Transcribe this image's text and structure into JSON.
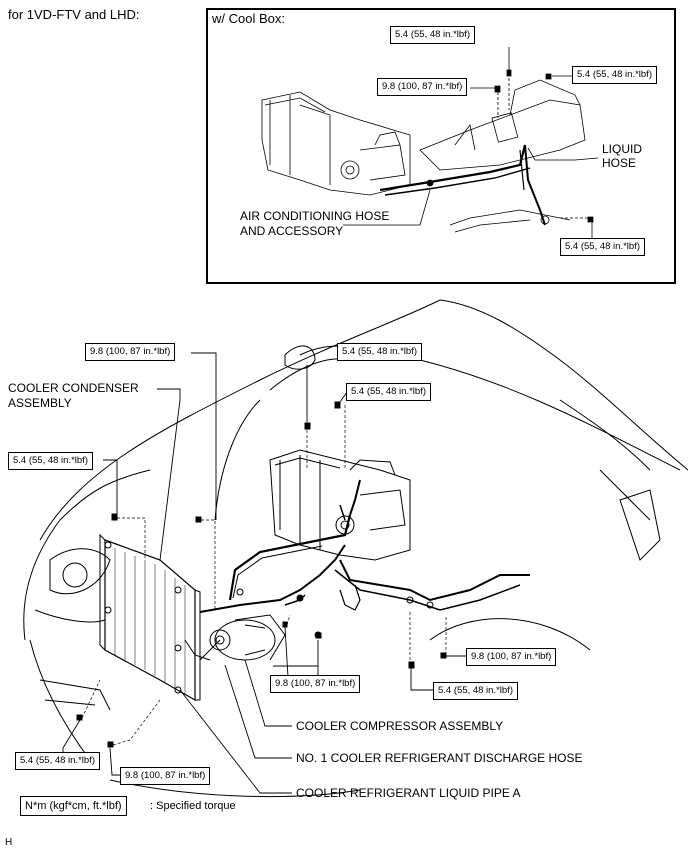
{
  "header": {
    "engine_label": "for 1VD-FTV and LHD:"
  },
  "inset": {
    "title": "w/ Cool Box:",
    "torques": {
      "t1": "5.4 (55, 48 in.*lbf)",
      "t2": "9.8 (100, 87 in.*lbf)",
      "t3": "5.4 (55, 48 in.*lbf)",
      "t4": "5.4 (55, 48 in.*lbf)"
    },
    "labels": {
      "liquid_hose_line1": "LIQUID",
      "liquid_hose_line2": "HOSE",
      "ac_hose_line1": "AIR CONDITIONING HOSE",
      "ac_hose_line2": "AND ACCESSORY"
    }
  },
  "main": {
    "torques": {
      "top_left": "9.8 (100, 87 in.*lbf)",
      "top_mid1": "5.4 (55, 48 in.*lbf)",
      "top_mid2": "5.4 (55, 48 in.*lbf)",
      "left_condenser": "5.4 (55, 48 in.*lbf)",
      "right_pipe": "9.8 (100, 87 in.*lbf)",
      "right_bottom": "5.4 (55, 48 in.*lbf)",
      "center_bottom": "9.8 (100, 87 in.*lbf)",
      "bottom_left1": "5.4 (55, 48 in.*lbf)",
      "bottom_left2": "9.8 (100, 87 in.*lbf)"
    },
    "labels": {
      "condenser_line1": "COOLER CONDENSER",
      "condenser_line2": "ASSEMBLY",
      "compressor": "COOLER COMPRESSOR ASSEMBLY",
      "discharge_hose": "NO. 1 COOLER REFRIGERANT DISCHARGE HOSE",
      "liquid_pipe": "COOLER REFRIGERANT LIQUID PIPE A"
    }
  },
  "legend": {
    "unit_box": "N*m (kgf*cm, ft.*lbf)",
    "description": ": Specified torque"
  },
  "footer": {
    "code": "H"
  }
}
